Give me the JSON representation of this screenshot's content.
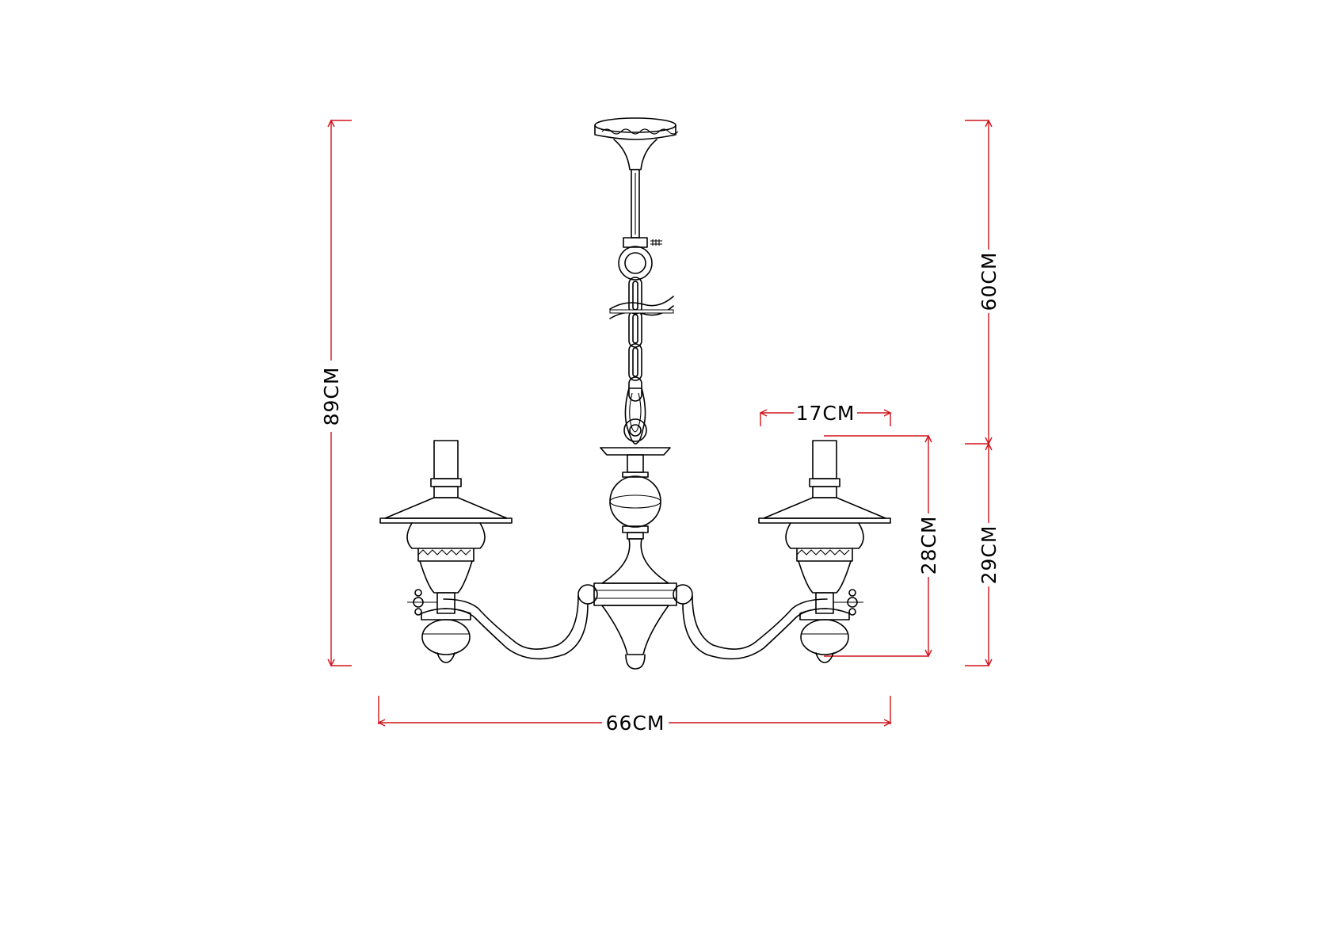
{
  "dimensions": {
    "total_height": "89CM",
    "chain_length": "60CM",
    "body_height": "29CM",
    "arm_height": "28CM",
    "shade_width": "17CM",
    "total_width": "66CM"
  },
  "colors": {
    "dimension_line": "#d0121b",
    "drawing_line": "#000000",
    "background": "#ffffff"
  }
}
